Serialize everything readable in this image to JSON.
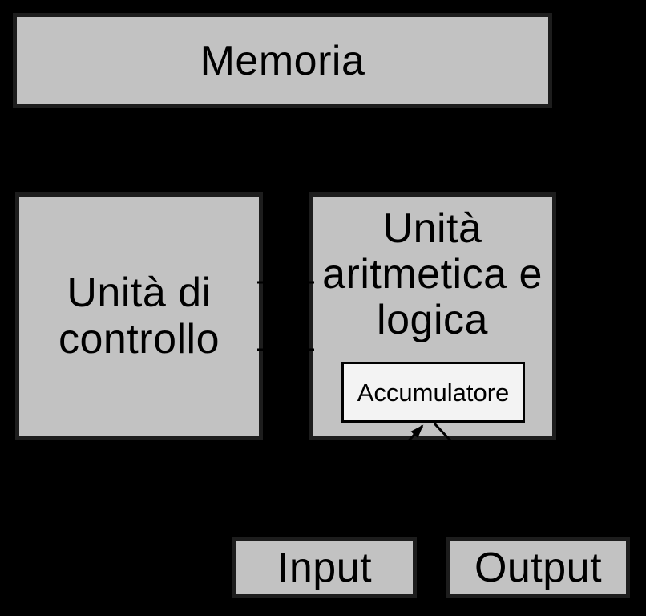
{
  "colors": {
    "background": "#000000",
    "box_fill": "#c2c2c2",
    "box_border": "#1d1d1d",
    "accumulator_fill": "#f3f3f3",
    "accumulator_border": "#000000",
    "text": "#000000",
    "connector": "#000000"
  },
  "nodes": {
    "memoria": {
      "label": "Memoria"
    },
    "controllo": {
      "label": "Unità di\ncontrollo"
    },
    "alu": {
      "label": "Unità\naritmetica e\nlogica"
    },
    "accumulatore": {
      "label": "Accumulatore"
    },
    "input": {
      "label": "Input"
    },
    "output": {
      "label": "Output"
    }
  },
  "edges": [
    {
      "from": "input",
      "to": "accumulatore",
      "arrowhead": true
    },
    {
      "from": "accumulatore",
      "to": "output",
      "arrowhead": true
    },
    {
      "from": "controllo",
      "to": "alu",
      "arrowhead": false
    },
    {
      "from": "controllo",
      "to": "alu",
      "arrowhead": false
    }
  ]
}
